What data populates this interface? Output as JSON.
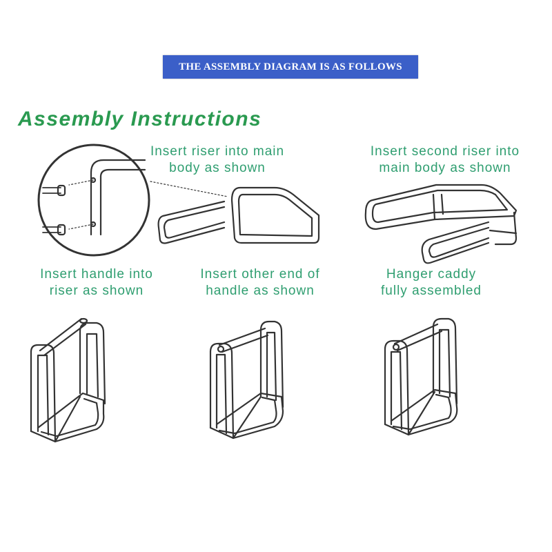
{
  "banner": {
    "text": "THE ASSEMBLY DIAGRAM IS AS FOLLOWS",
    "color": "#3b5fc8"
  },
  "heading": {
    "text": "Assembly Instructions",
    "color": "#2a9a50"
  },
  "steps": [
    {
      "line1": "Insert riser into main",
      "line2": "body as shown"
    },
    {
      "line1": "Insert second riser into",
      "line2": "main body as shown"
    },
    {
      "line1": "Insert handle into",
      "line2": "riser as shown"
    },
    {
      "line1": "Insert other end of",
      "line2": "handle as shown"
    },
    {
      "line1": "Hanger caddy",
      "line2": "fully assembled"
    }
  ],
  "caption_color": "#2f9e70",
  "line_color": "#333333"
}
